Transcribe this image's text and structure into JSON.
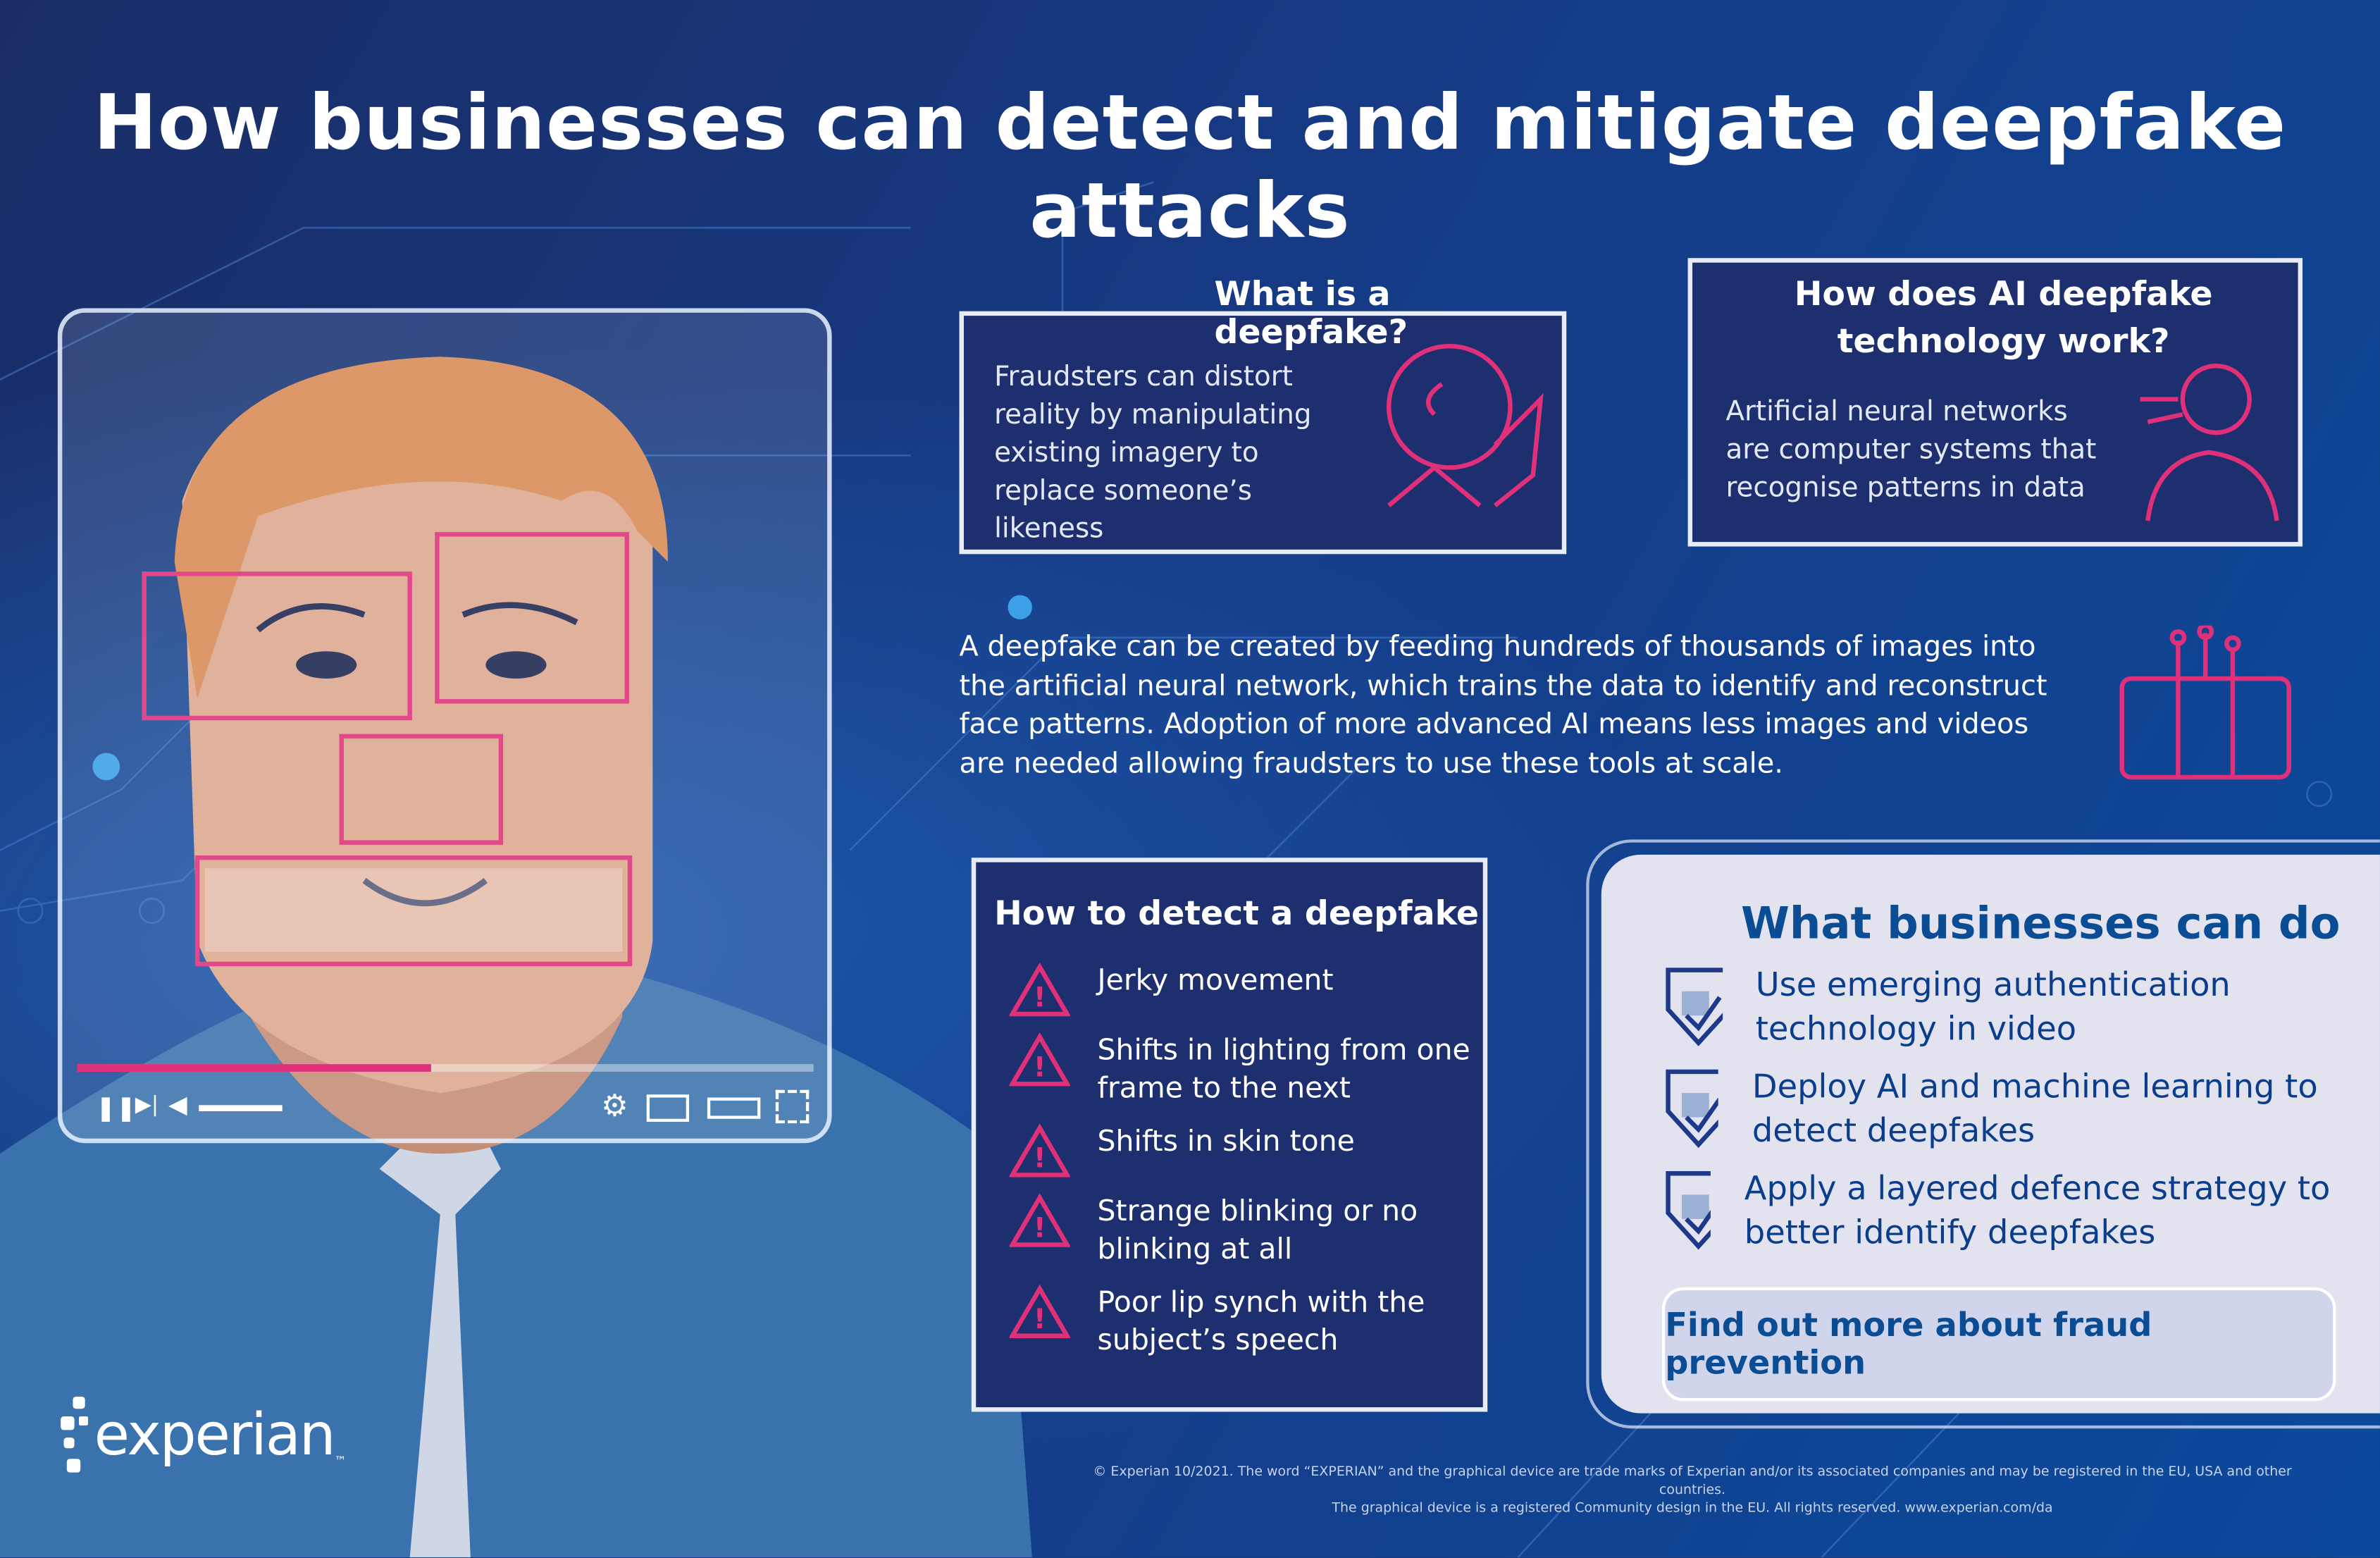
{
  "title": "How businesses can detect and mitigate deepfake attacks",
  "what_is": {
    "heading": "What is a deepfake?",
    "text": "Fraudsters can distort reality by manipulating existing imagery to replace someone’s likeness"
  },
  "how_works": {
    "heading": "How does AI deepfake technology work?",
    "text": "Artificial neural networks are computer systems that recognise patterns in data"
  },
  "paragraph": "A deepfake can be created by feeding hundreds of thousands of images into the artificial neural network, which trains the data to identify and reconstruct face patterns. Adoption of more advanced AI means less images and videos are needed allowing fraudsters to use these tools at scale.",
  "detect": {
    "heading": "How to detect a deepfake",
    "items": [
      "Jerky movement",
      "Shifts in lighting from one frame to the next",
      "Shifts in skin tone",
      "Strange blinking or no blinking at all",
      "Poor lip synch with the subject’s speech"
    ]
  },
  "business": {
    "heading": "What businesses can do",
    "items": [
      "Use emerging authentication technology in video",
      "Deploy AI and machine learning to detect deepfakes",
      "Apply a layered defence strategy to better identify deepfakes"
    ],
    "cta": "Find out more about fraud prevention"
  },
  "video": {
    "progress": 0.48
  },
  "footer": {
    "line1": "© Experian 10/2021. The word “EXPERIAN” and the graphical device are trade marks of Experian and/or its associated companies and may be registered in the EU, USA and other countries.",
    "line2": "The graphical device is a registered Community design in the EU. All rights reserved. www.experian.com/da"
  },
  "logo": {
    "text": "experian",
    "tm": "™"
  },
  "colors": {
    "accent": "#e0307a",
    "navy": "#1d2f6e",
    "brand_blue": "#0a4d94"
  }
}
